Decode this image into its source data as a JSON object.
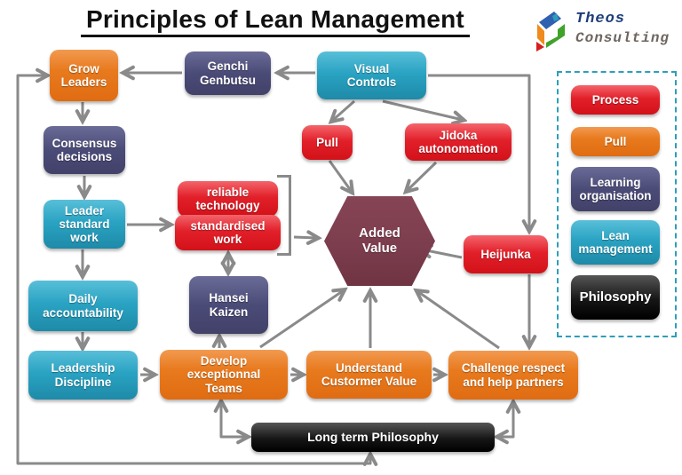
{
  "title": "Principles of Lean Management",
  "logo": {
    "name": "Theos",
    "tagline": "Consulting"
  },
  "colors": {
    "process_red": "#e2202a",
    "pull_orange": "#e8741c",
    "learning_slate": "#4b4b78",
    "lean_teal": "#2aa3c3",
    "philosophy_black": "#0a0a0a",
    "added_value_maroon": "#7c3e4e",
    "arrow_gray": "#8a8a8a",
    "legend_border_teal": "#2d9eb8"
  },
  "legend": {
    "items": [
      {
        "label": "Process",
        "category": "process"
      },
      {
        "label": "Pull",
        "category": "pull"
      },
      {
        "label": "Learning\norganisation",
        "category": "learning-organisation"
      },
      {
        "label": "Lean\nmanagement",
        "category": "lean-management"
      },
      {
        "label": "Philosophy",
        "category": "philosophy"
      }
    ]
  },
  "nodes": {
    "grow_leaders": {
      "label": "Grow\nLeaders"
    },
    "genchi_genbutsu": {
      "label": "Genchi\nGenbutsu"
    },
    "visual_controls": {
      "label": "Visual\nControls"
    },
    "pull": {
      "label": "Pull"
    },
    "jidoka": {
      "label": "Jidoka\nautonomation"
    },
    "consensus_decisions": {
      "label": "Consensus\ndecisions"
    },
    "leader_standard_work": {
      "label": "Leader\nstandard\nwork"
    },
    "reliable_technology": {
      "label": "reliable\ntechnology"
    },
    "standardised_work": {
      "label": "standardised\nwork"
    },
    "hansei_kaizen": {
      "label": "Hansei\nKaizen"
    },
    "added_value": {
      "label": "Added\nValue"
    },
    "heijunka": {
      "label": "Heijunka"
    },
    "daily_accountability": {
      "label": "Daily\naccountability"
    },
    "leadership_discipline": {
      "label": "Leadership\nDiscipline"
    },
    "develop_teams": {
      "label": "Develop\nexceptionnal\nTeams"
    },
    "understand_customer": {
      "label": "Understand\nCustormer Value"
    },
    "challenge_partners": {
      "label": "Challenge respect\nand help partners"
    },
    "long_term_philosophy": {
      "label": "Long term Philosophy"
    }
  }
}
